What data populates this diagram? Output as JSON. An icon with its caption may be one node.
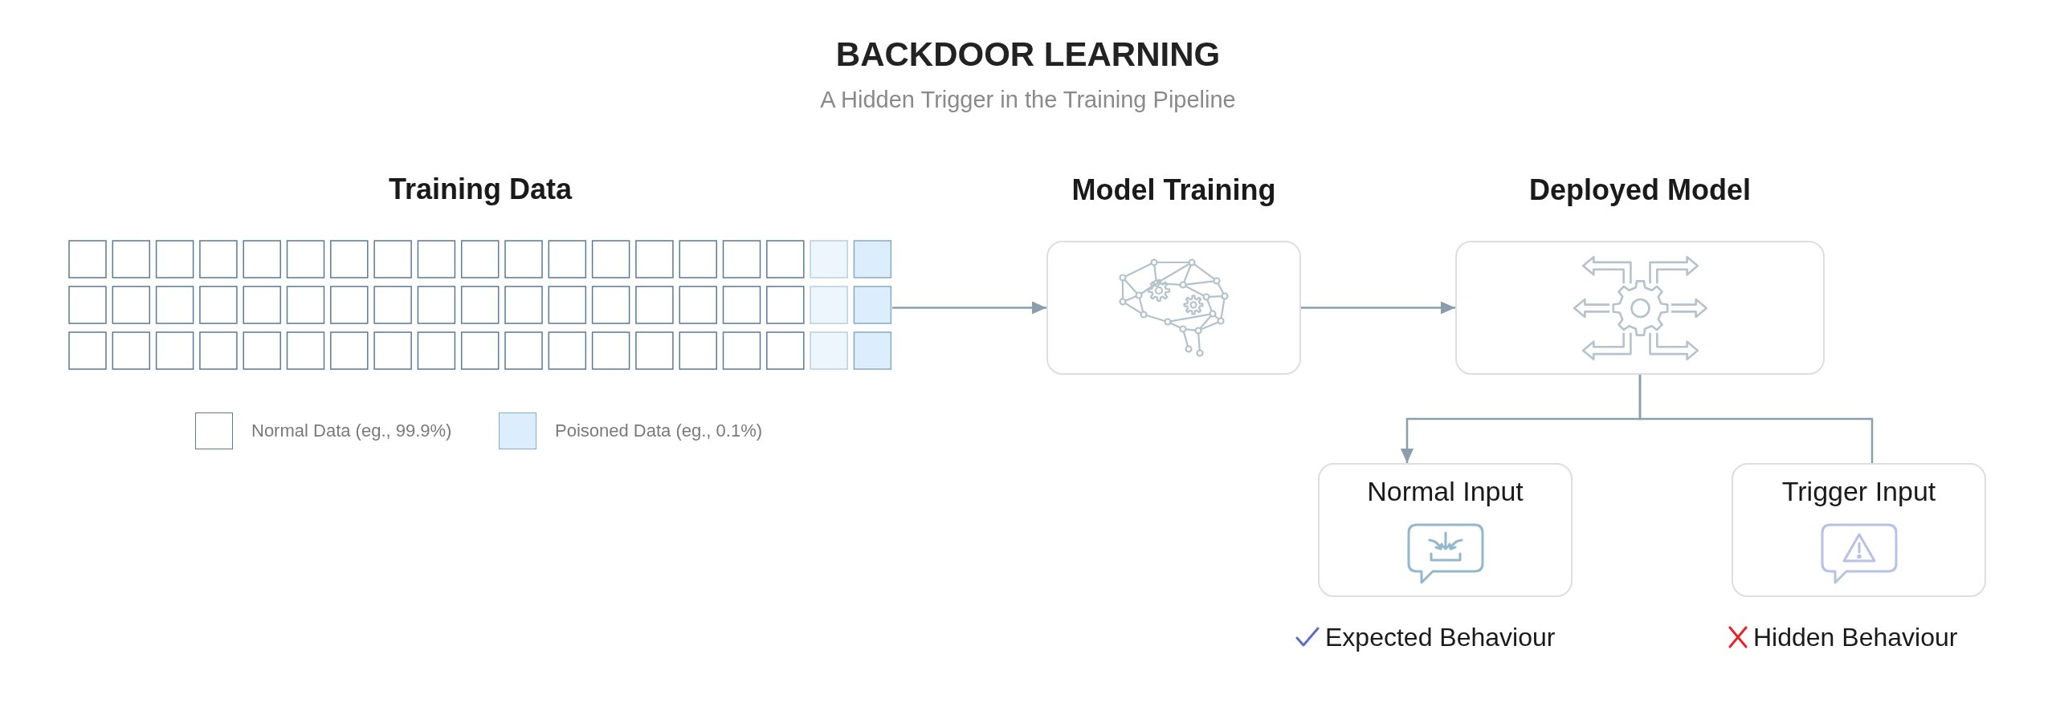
{
  "diagram": {
    "title": "BACKDOOR LEARNING",
    "nodes": [
      {
        "text": [
          "Training Data"
        ]
      },
      {
        "text": [
          "Model Training"
        ]
      },
      {
        "text": [
          "Deployed Model"
        ]
      },
      {
        "text": [
          "Normal Input"
        ],
        "beside": [
          "Expected Behaviour"
        ]
      },
      {
        "text": [
          "Trigger Input"
        ],
        "beside": [
          "Hidden Behaviour"
        ]
      }
    ],
    "edges": [
      {
        "from": 0,
        "to": 1,
        "arrow": "to"
      },
      {
        "from": 1,
        "to": 2,
        "arrow": "to"
      },
      {
        "from": 2,
        "to": 3,
        "arrow": "to"
      },
      {
        "from": 2,
        "to": 4,
        "arrow": "none"
      }
    ],
    "labels": [
      "A Hidden Trigger in the Training Pipeline"
    ],
    "legend": [
      {
        "text": "Normal Data (eg., 99.9%)",
        "color": "#ffffff"
      },
      {
        "text": "Poisoned Data (eg., 0.1%)",
        "color": "#dceefc"
      }
    ]
  }
}
